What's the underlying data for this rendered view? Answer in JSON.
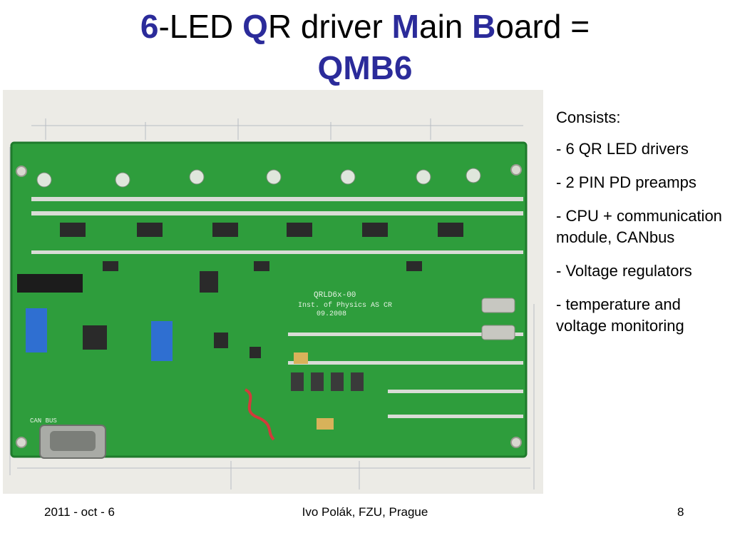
{
  "title": {
    "p1": "6",
    "p2": "-LED ",
    "p3": "Q",
    "p4": "R driver ",
    "p5": "M",
    "p6": "ain ",
    "p7": "B",
    "p8": "oard =",
    "line2": "QMB6",
    "highlight_color": "#2b2b9a"
  },
  "photo": {
    "board_label_1": "QRLD6x-00",
    "board_label_2": "Inst. of Physics AS CR",
    "board_label_3": "09.2008",
    "can_bus_label": "CAN BUS",
    "colors": {
      "board": "#2e9d3c",
      "chip": "#2a2a2a",
      "switch": "#2f6fd1",
      "paper": "#e8e8e4"
    }
  },
  "bullets": [
    "Consists:",
    "- 6 QR LED drivers",
    "- 2 PIN PD preamps",
    "- CPU + communication module, CANbus",
    "- Voltage regulators",
    "- temperature and voltage monitoring"
  ],
  "footer": {
    "date": "2011 - oct - 6",
    "author": "Ivo Polák, FZU, Prague",
    "page": "8"
  }
}
